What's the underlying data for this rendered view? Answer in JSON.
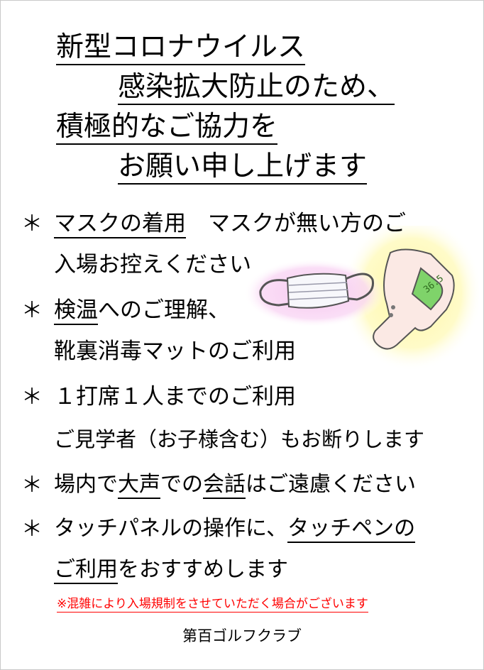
{
  "title": {
    "line1": "新型コロナウイルス",
    "line2": "感染拡大防止のため、",
    "line3": "積極的なご協力を",
    "line4": "お願い申し上げます"
  },
  "bullets": {
    "marker": "＊",
    "b1": {
      "ul": "マスクの着用",
      "rest": "　マスクが無い方のご",
      "line2": "入場お控えください"
    },
    "b2": {
      "ul": "検温",
      "rest": "へのご理解、",
      "line2": "靴裏消毒マットのご利用"
    },
    "b3": {
      "line1": "１打席１人までのご利用",
      "line2": "ご見学者（お子様含む）もお断りします"
    },
    "b4": {
      "pre": "場内で",
      "ul1": "大声",
      "mid": "での",
      "ul2": "会話",
      "post": "はご遠慮ください"
    },
    "b5": {
      "pre": "タッチパネルの操作に、",
      "ul1": "タッチペンの",
      "ul2": "ご利用",
      "post": "をおすすめします"
    }
  },
  "notice": "※混雑により入場規制をさせていただく場合がございます",
  "club_name": "第百ゴルフクラブ",
  "thermometer_reading": "36.5",
  "colors": {
    "notice_red": "#ff0000",
    "glow_yellow": "#fff7a0",
    "glow_pink": "#f6c6ef",
    "thermometer_body": "#fbe9e4",
    "thermometer_display": "#7fd36a"
  },
  "icons": [
    "face-mask-icon",
    "thermometer-icon"
  ]
}
